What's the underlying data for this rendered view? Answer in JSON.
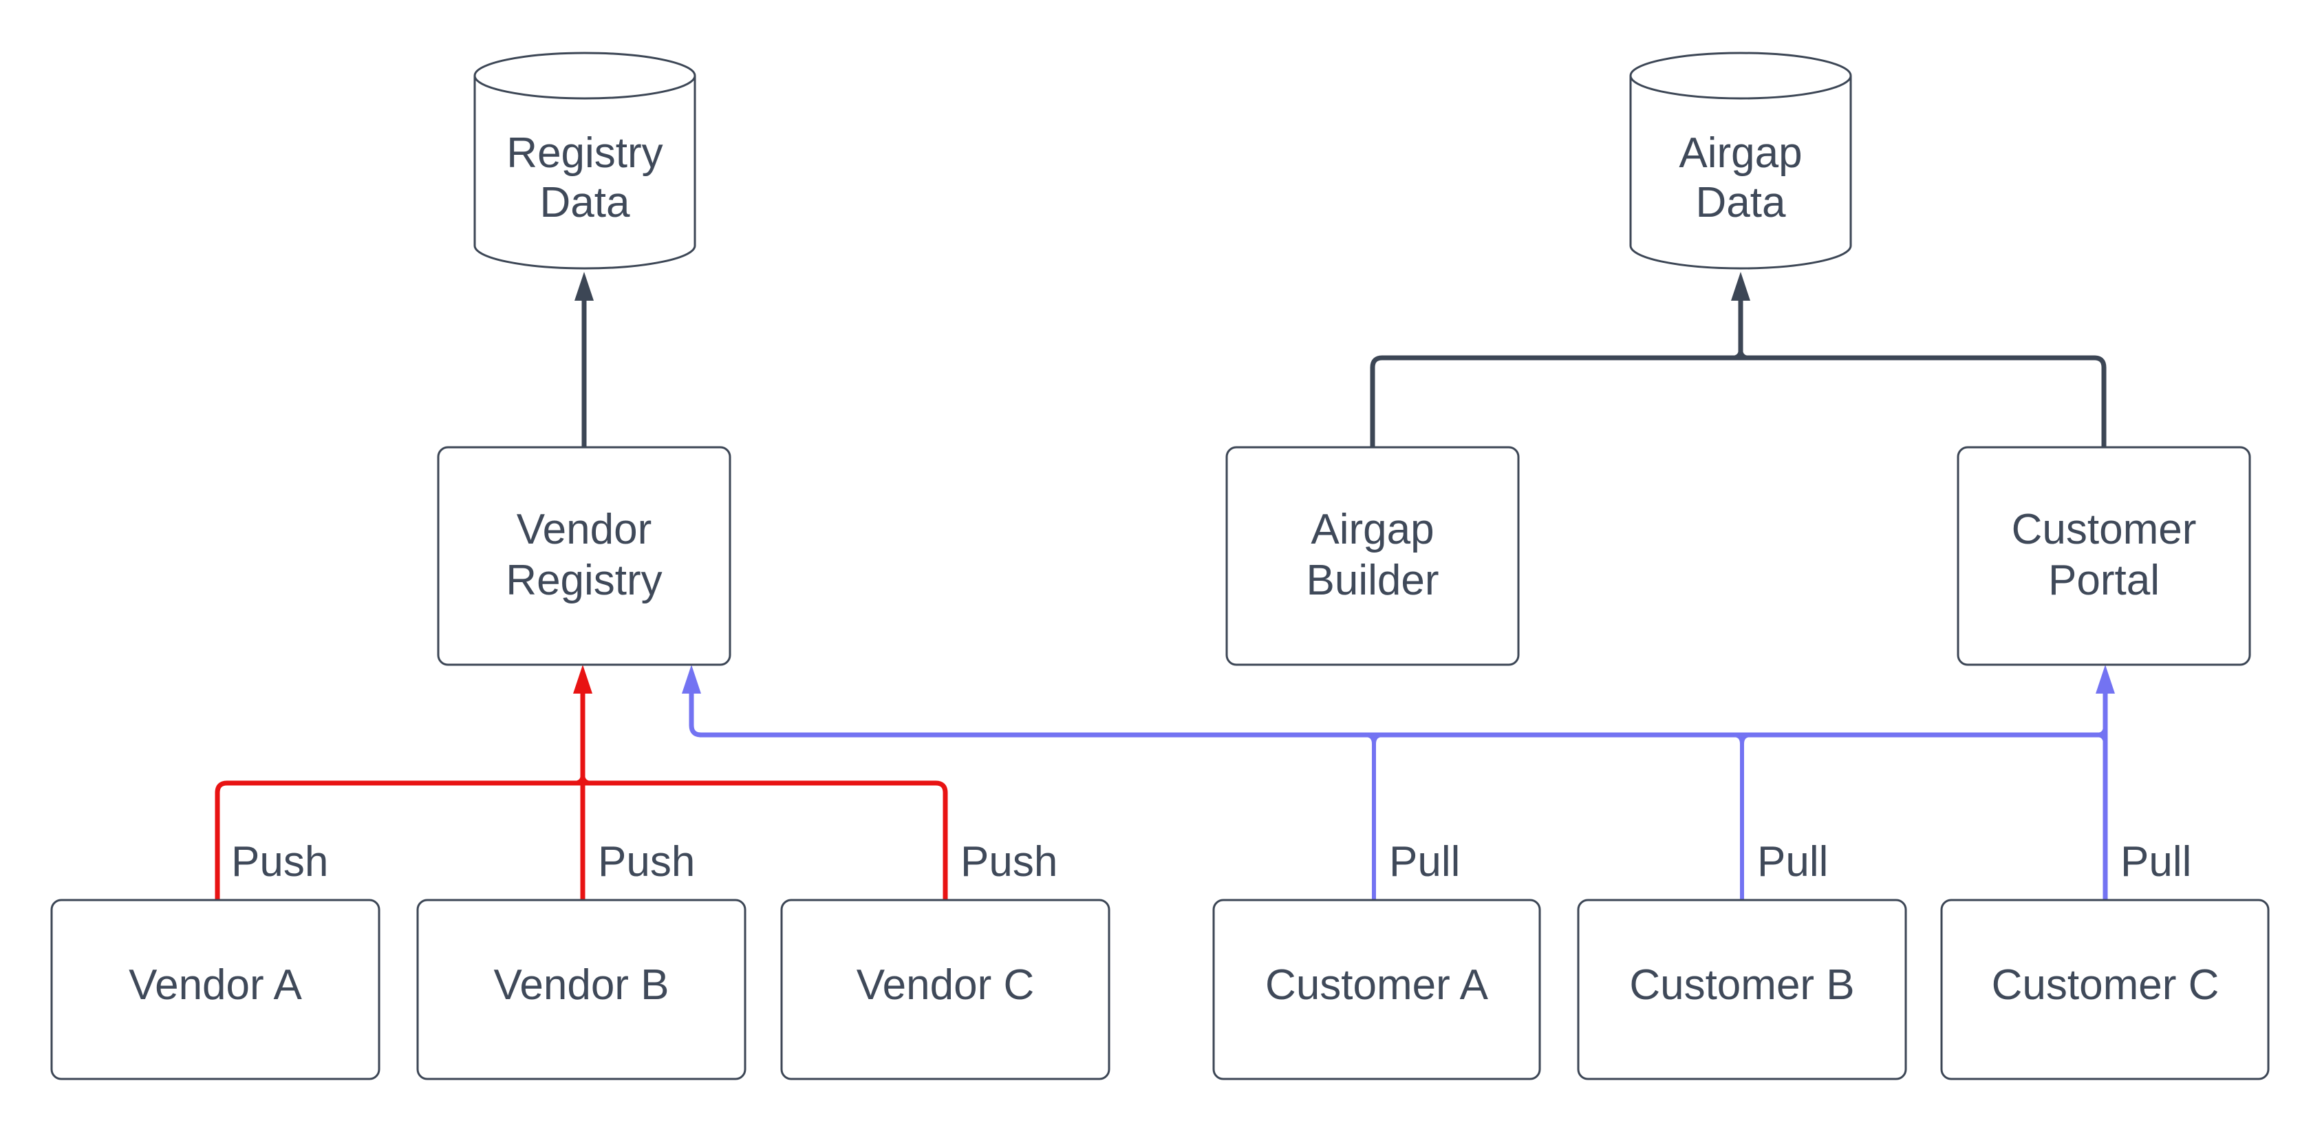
{
  "diagram": {
    "colors": {
      "background": "#ffffff",
      "dark": "#3c4655",
      "text": "#3f4959",
      "red": "#e81313",
      "blue": "#7373f2"
    },
    "datastores": [
      {
        "id": "registry-data",
        "line1": "Registry",
        "line2": "Data"
      },
      {
        "id": "airgap-data",
        "line1": "Airgap",
        "line2": "Data"
      }
    ],
    "services": [
      {
        "id": "vendor-registry",
        "line1": "Vendor",
        "line2": "Registry"
      },
      {
        "id": "airgap-builder",
        "line1": "Airgap",
        "line2": "Builder"
      },
      {
        "id": "customer-portal",
        "line1": "Customer",
        "line2": "Portal"
      }
    ],
    "vendors": [
      {
        "label": "Vendor A"
      },
      {
        "label": "Vendor B"
      },
      {
        "label": "Vendor C"
      }
    ],
    "customers": [
      {
        "label": "Customer A"
      },
      {
        "label": "Customer B"
      },
      {
        "label": "Customer C"
      }
    ],
    "edge_labels": {
      "push": "Push",
      "pull": "Pull"
    }
  }
}
